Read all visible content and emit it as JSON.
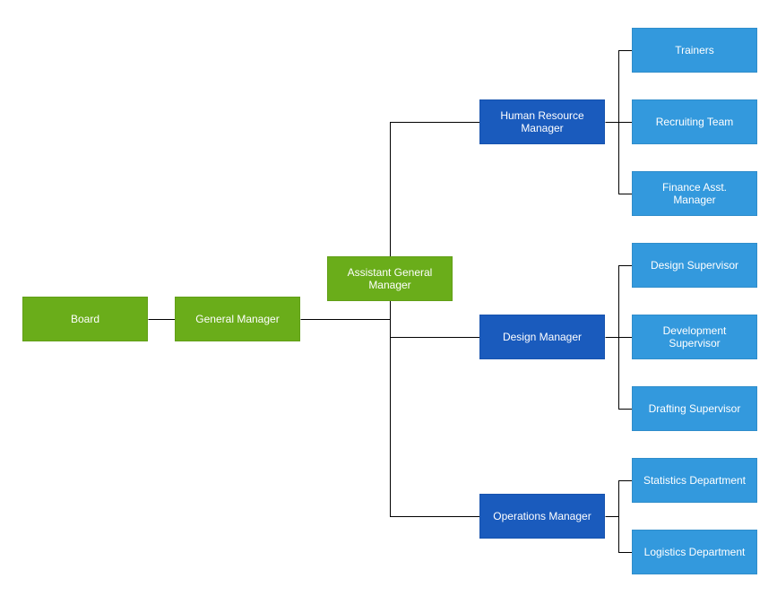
{
  "colors": {
    "green": "#6aad1a",
    "dark_blue": "#1a5bbd",
    "light_blue": "#3399dd",
    "connector": "#000000"
  },
  "nodes": [
    {
      "id": "board",
      "label": "Board",
      "color": "green"
    },
    {
      "id": "general-manager",
      "label": "General Manager",
      "color": "green"
    },
    {
      "id": "assistant-general-manager",
      "label": "Assistant General Manager",
      "color": "green"
    },
    {
      "id": "human-resource-manager",
      "label": "Human Resource Manager",
      "color": "dark_blue"
    },
    {
      "id": "design-manager",
      "label": "Design Manager",
      "color": "dark_blue"
    },
    {
      "id": "operations-manager",
      "label": "Operations Manager",
      "color": "dark_blue"
    },
    {
      "id": "trainers",
      "label": "Trainers",
      "color": "light_blue"
    },
    {
      "id": "recruiting-team",
      "label": "Recruiting Team",
      "color": "light_blue"
    },
    {
      "id": "finance-asst-manager",
      "label": "Finance Asst. Manager",
      "color": "light_blue"
    },
    {
      "id": "design-supervisor",
      "label": "Design Supervisor",
      "color": "light_blue"
    },
    {
      "id": "development-supervisor",
      "label": "Development Supervisor",
      "color": "light_blue"
    },
    {
      "id": "drafting-supervisor",
      "label": "Drafting Supervisor",
      "color": "light_blue"
    },
    {
      "id": "statistics-department",
      "label": "Statistics Department",
      "color": "light_blue"
    },
    {
      "id": "logistics-department",
      "label": "Logistics Department",
      "color": "light_blue"
    }
  ],
  "edges": [
    {
      "from": "board",
      "to": "general-manager"
    },
    {
      "from": "general-manager",
      "to": "assistant-general-manager"
    },
    {
      "from": "general-manager",
      "to": "human-resource-manager"
    },
    {
      "from": "general-manager",
      "to": "design-manager"
    },
    {
      "from": "general-manager",
      "to": "operations-manager"
    },
    {
      "from": "human-resource-manager",
      "to": "trainers"
    },
    {
      "from": "human-resource-manager",
      "to": "recruiting-team"
    },
    {
      "from": "human-resource-manager",
      "to": "finance-asst-manager"
    },
    {
      "from": "design-manager",
      "to": "design-supervisor"
    },
    {
      "from": "design-manager",
      "to": "development-supervisor"
    },
    {
      "from": "design-manager",
      "to": "drafting-supervisor"
    },
    {
      "from": "operations-manager",
      "to": "statistics-department"
    },
    {
      "from": "operations-manager",
      "to": "logistics-department"
    }
  ]
}
